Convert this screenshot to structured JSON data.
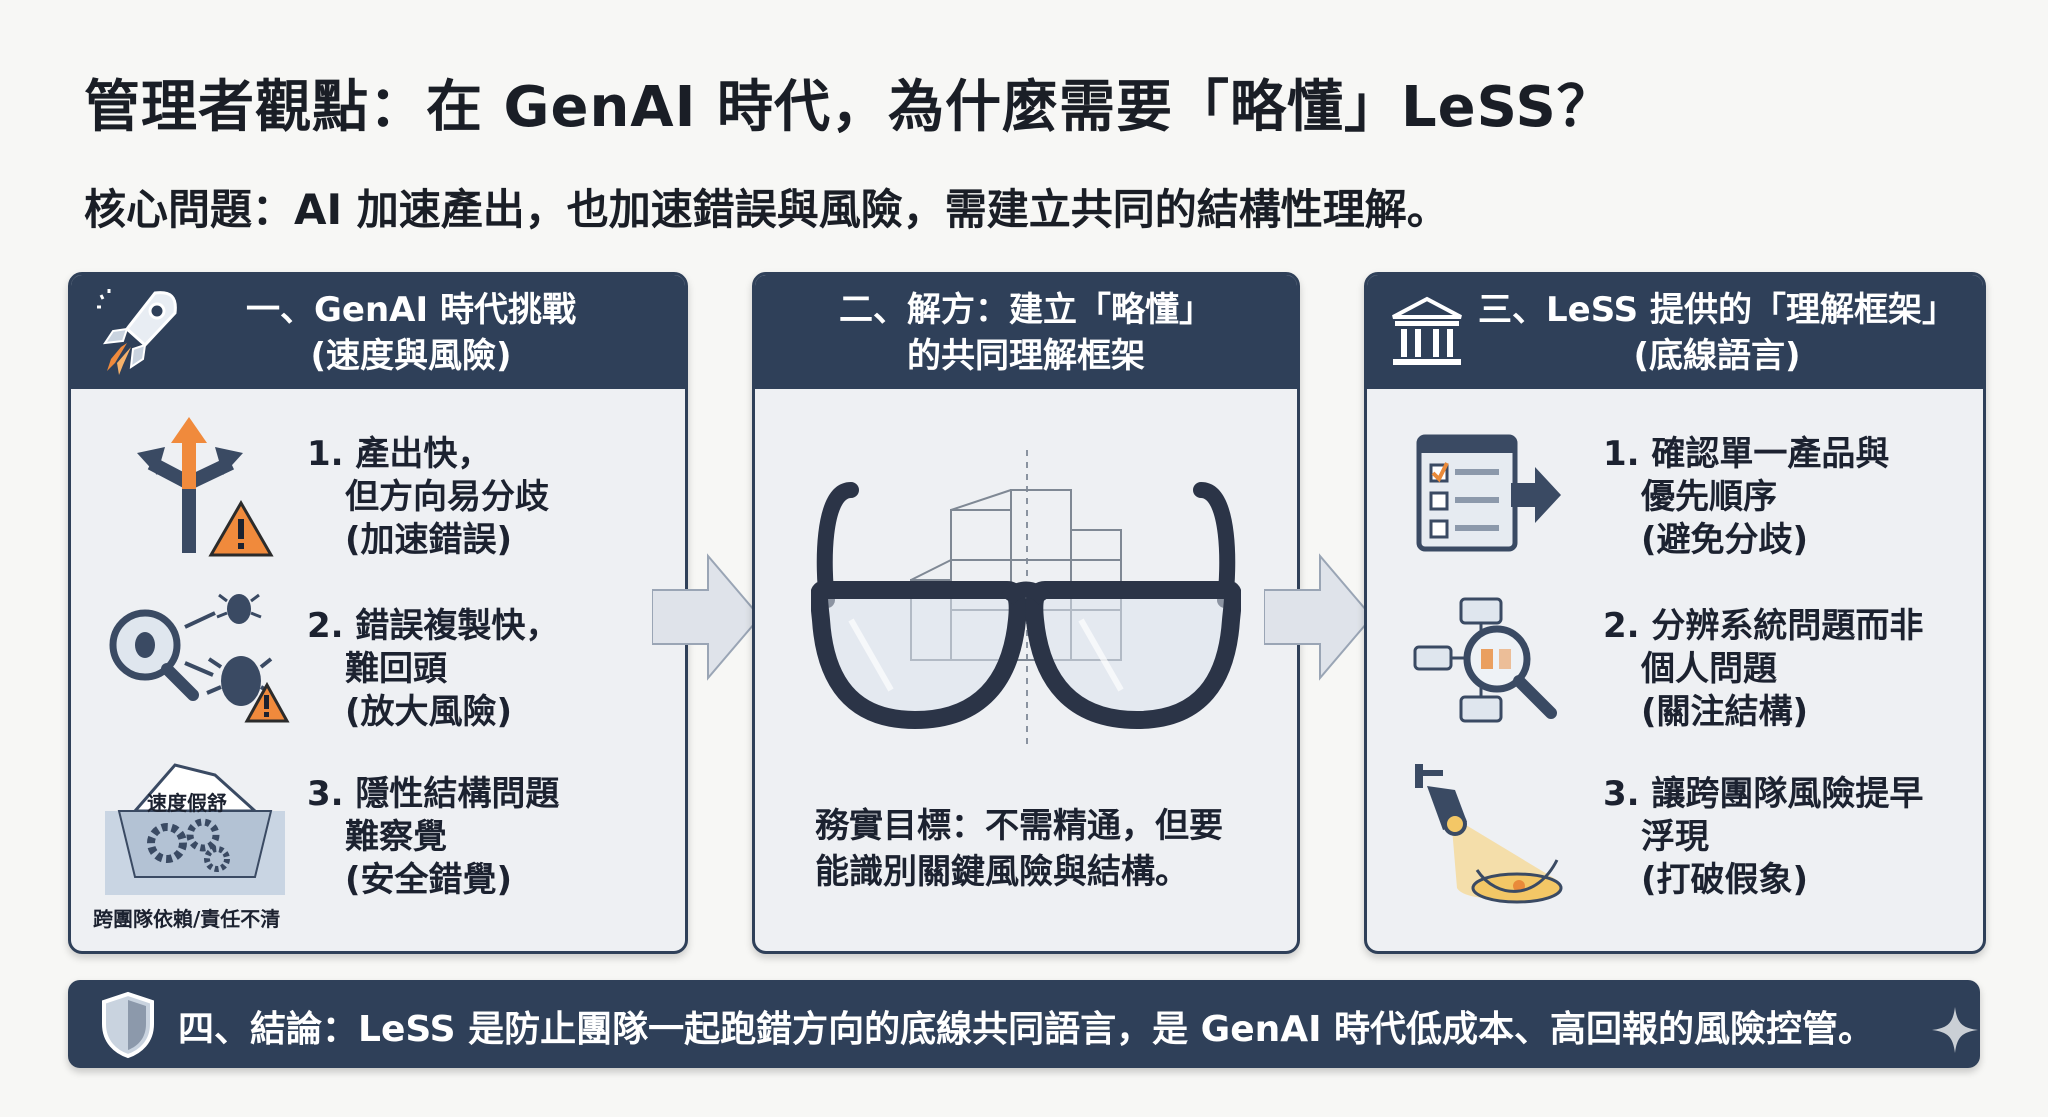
{
  "title": "管理者觀點：在 GenAI 時代，為什麼需要「略懂」LeSS？",
  "subtitle": "核心問題：AI 加速產出，也加速錯誤與風險，需建立共同的結構性理解。",
  "panels": [
    {
      "header_line1": "一、GenAI 時代挑戰",
      "header_line2": "(速度與風險)",
      "header_icon": "rocket-icon",
      "items": [
        {
          "line1": "1. 產出快，",
          "line2": "但方向易分歧",
          "line3": "(加速錯誤)",
          "icon": "diverging-arrows-warning-icon"
        },
        {
          "line1": "2. 錯誤複製快，",
          "line2": "難回頭",
          "line3": "(放大風險)",
          "icon": "bug-magnifier-icon"
        },
        {
          "line1": "3. 隱性結構問題",
          "line2": "難察覺",
          "line3": "(安全錯覺)",
          "icon": "iceberg-icon"
        }
      ],
      "iceberg_top_label": "速度假舒",
      "iceberg_bottom_label": "跨團隊依賴/責任不清"
    },
    {
      "header_line1": "二、解方：建立「略懂」",
      "header_line2": "的共同理解框架",
      "illustration": "glasses-structure-icon",
      "goal_line1": "務實目標：不需精通，但要",
      "goal_line2": "能識別關鍵風險與結構。"
    },
    {
      "header_line1": "三、LeSS 提供的「理解框架」",
      "header_line2": "(底線語言)",
      "header_icon": "institution-icon",
      "items": [
        {
          "line1": "1. 確認單一產品與",
          "line2": "優先順序",
          "line3": "(避免分歧)",
          "icon": "checklist-arrow-icon"
        },
        {
          "line1": "2. 分辨系統問題而非",
          "line2": "個人問題",
          "line3": "(關注結構)",
          "icon": "system-magnifier-icon"
        },
        {
          "line1": "3. 讓跨團隊風險提早",
          "line2": "浮現",
          "line3": "(打破假象)",
          "icon": "spotlight-icon"
        }
      ]
    }
  ],
  "conclusion": "四、結論：LeSS 是防止團隊一起跑錯方向的底線共同語言，是 GenAI 時代低成本、高回報的風險控管。",
  "conclusion_icon": "shield-icon",
  "colors": {
    "navy": "#2f4059",
    "panel_bg": "#eef0f3",
    "warning": "#f08a3c",
    "accent_orange": "#e98a3a"
  }
}
